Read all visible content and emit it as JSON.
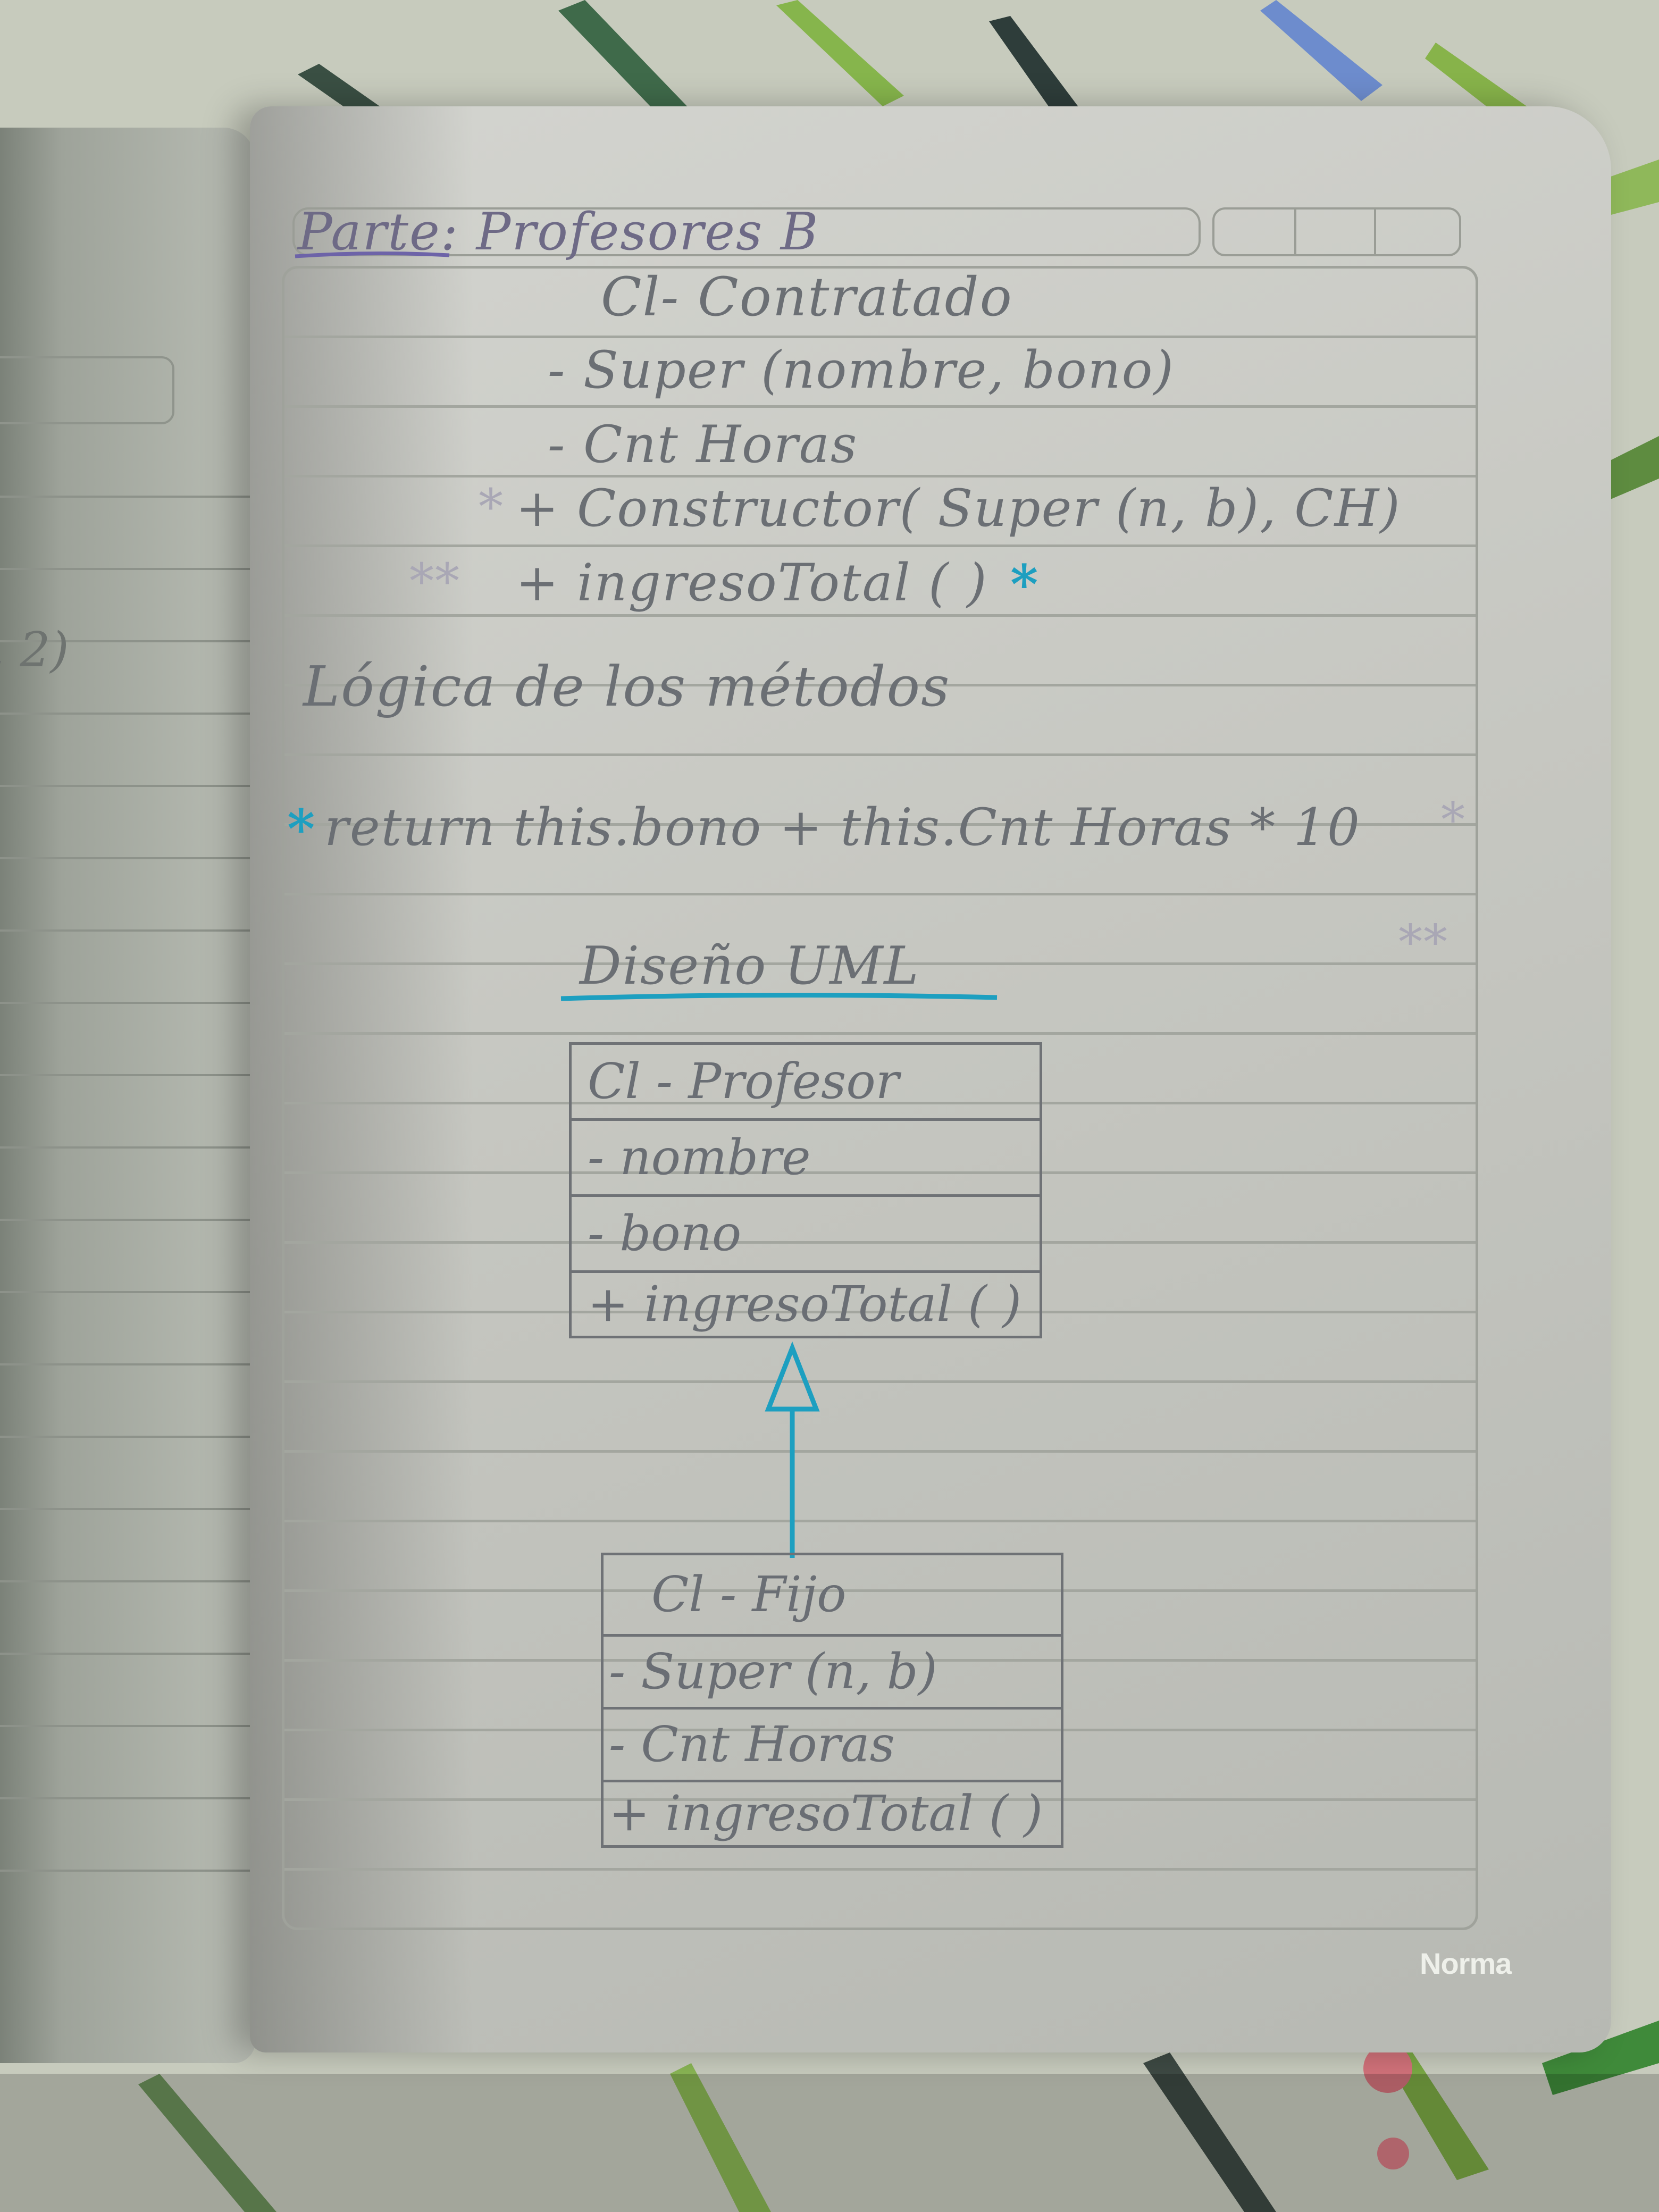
{
  "page": {
    "header_title": "Parte: Profesores B",
    "brand": "Norma"
  },
  "left_page": {
    "note": ", 2)"
  },
  "class_notes": {
    "class_name": "Cl- Contratado",
    "attr_super": "- Super (nombre, bono)",
    "attr_hours": "- Cnt Horas",
    "constructor": "+ Constructor( Super (n, b), CH)",
    "constructor_marker": "*",
    "method": "+ ingresoTotal ( )",
    "method_marker_left": "**",
    "method_marker_right": "*"
  },
  "logic": {
    "heading": "Lógica de los métodos",
    "code_marker": "*",
    "code": "return this.bono + this.Cnt Horas * 10",
    "side_marker_1": "*",
    "side_marker_2": "**"
  },
  "uml": {
    "heading": "Diseño UML",
    "parent": {
      "name": "Cl - Profesor",
      "attr1": "- nombre",
      "attr2": "- bono",
      "method": "+ ingresoTotal ( )"
    },
    "child": {
      "name": "Cl - Fijo",
      "attr1": "- Super (n, b)",
      "attr2": "- Cnt Horas",
      "method": "+ ingresoTotal ( )"
    }
  },
  "colors": {
    "pencil": "#6b6f74",
    "accent_blue": "#1d9fc0",
    "underline_purple": "#6e6a86",
    "paper": "#c6c7c1"
  }
}
